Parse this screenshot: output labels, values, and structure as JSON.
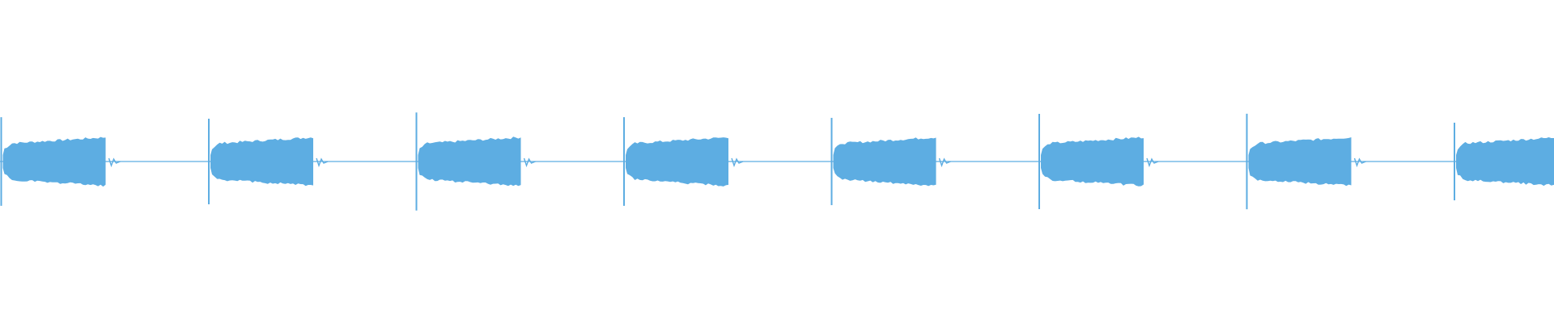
{
  "waveform": {
    "color": "#5dade2",
    "background": "#ffffff",
    "pulse_count": 8,
    "pulses": [
      {
        "index": 1,
        "clipped_left": true
      },
      {
        "index": 2
      },
      {
        "index": 3
      },
      {
        "index": 4
      },
      {
        "index": 5
      },
      {
        "index": 6
      },
      {
        "index": 7
      },
      {
        "index": 8,
        "clipped_right": true
      }
    ]
  }
}
